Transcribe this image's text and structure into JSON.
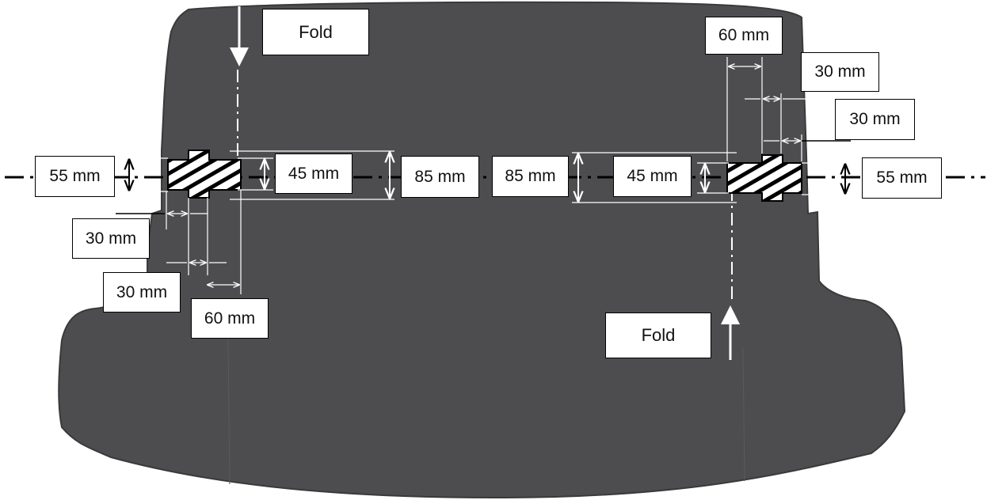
{
  "colors": {
    "mat": "#4d4d4f",
    "mat_edge": "#3a3a3c",
    "cutout": "#ffffff",
    "dimension_line": "#ffffff",
    "centerline": "#000000",
    "label_background": "#ffffff",
    "label_border": "#000000"
  },
  "labels": {
    "fold_left": "Fold",
    "fold_right": "Fold",
    "left_55": "55 mm",
    "left_45": "45 mm",
    "left_85": "85 mm",
    "left_30_upper": "30 mm",
    "left_30_lower": "30 mm",
    "left_60": "60 mm",
    "right_60": "60 mm",
    "right_30_upper": "30 mm",
    "right_30_lower": "30 mm",
    "right_85": "85 mm",
    "right_45": "45 mm",
    "right_55": "55 mm"
  },
  "icons": {
    "fold_arrow_left": "down-arrow-icon",
    "fold_arrow_right": "up-arrow-icon"
  }
}
